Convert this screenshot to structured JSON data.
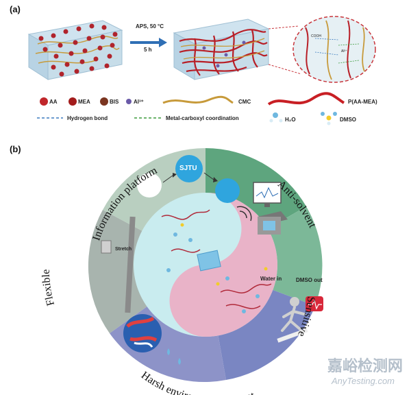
{
  "panel_a": {
    "label": "(a)",
    "arrow_text_1": "APS, 50 °C",
    "arrow_text_2": "5 h",
    "legend": {
      "aa": "AA",
      "mea": "MEA",
      "bis": "BIS",
      "al": "Al³⁺",
      "cmc": "CMC",
      "paa_mea": "P(AA-MEA)",
      "hbond": "Hydrogen bond",
      "metal": "Metal-carboxyl coordination",
      "h2o": "H₂O",
      "dmso": "DMSO"
    },
    "zoom_labels": {
      "cooh": "COOH",
      "al": "Al³⁺"
    },
    "colors": {
      "aa": "#c0262b",
      "mea": "#a31c1c",
      "bis": "#8a3a1e",
      "al": "#6a5aa8",
      "cmc": "#c79a3a",
      "paa": "#c81f24"
    }
  },
  "panel_b": {
    "label": "(b)",
    "info_platform": "Information platform",
    "sjtu": "SJTU",
    "anti_solvent": "Anti-solvent",
    "flexible": "Flexible",
    "stretch": "Stretch",
    "water_in": "Water in",
    "dmso_out": "DMSO out",
    "sensitive": "Sensitive",
    "harsh": "Harsh environment tolerant"
  },
  "watermark": {
    "cn": "嘉峪检测网",
    "en": "AnyTesting.com"
  }
}
